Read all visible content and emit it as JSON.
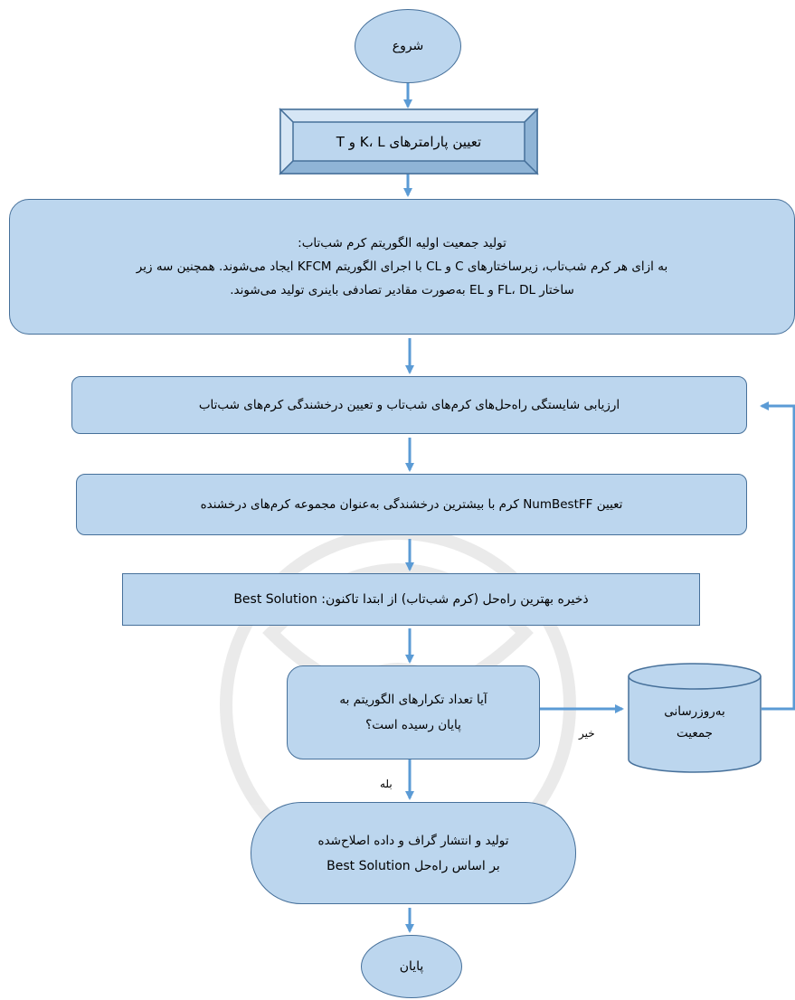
{
  "nodes": {
    "start": "شروع",
    "params": "تعیین پارامترهای K، L و T",
    "init": {
      "title": "تولید جمعیت اولیه الگوریتم کرم شب‌تاب:",
      "line1": "به ازای هر کرم شب‌تاب، زیرساختارهای C و CL با اجرای الگوریتم KFCM ایجاد می‌شوند. همچنین سه زیر",
      "line2": "ساختار FL، DL و EL به‌صورت مقادیر تصادفی باینری تولید می‌شوند."
    },
    "evaluate": "ارزیابی شایستگی راه‌حل‌های کرم‌های شب‌تاب و تعیین درخشندگی کرم‌های شب‌تاب",
    "select": "تعیین NumBestFF کرم با بیشترین درخشندگی به‌عنوان مجموعه کرم‌های درخشنده",
    "save": "ذخیره بهترین راه‌حل (کرم شب‌تاب) از ابتدا تاکنون: Best Solution",
    "decision": {
      "line1": "آیا تعداد تکرارهای الگوریتم به",
      "line2": "پایان رسیده است؟"
    },
    "update": {
      "line1": "به‌روزرسانی",
      "line2": "جمعیت"
    },
    "publish": {
      "line1": "تولید و انتشار گراف و داده اصلاح‌شده",
      "line2": "بر اساس راه‌حل Best Solution"
    },
    "end": "پایان"
  },
  "edge_labels": {
    "no": "خیر",
    "yes": "بله"
  },
  "colors": {
    "fill": "#bcd6ee",
    "stroke": "#46709a",
    "arrow": "#5b9bd5"
  }
}
